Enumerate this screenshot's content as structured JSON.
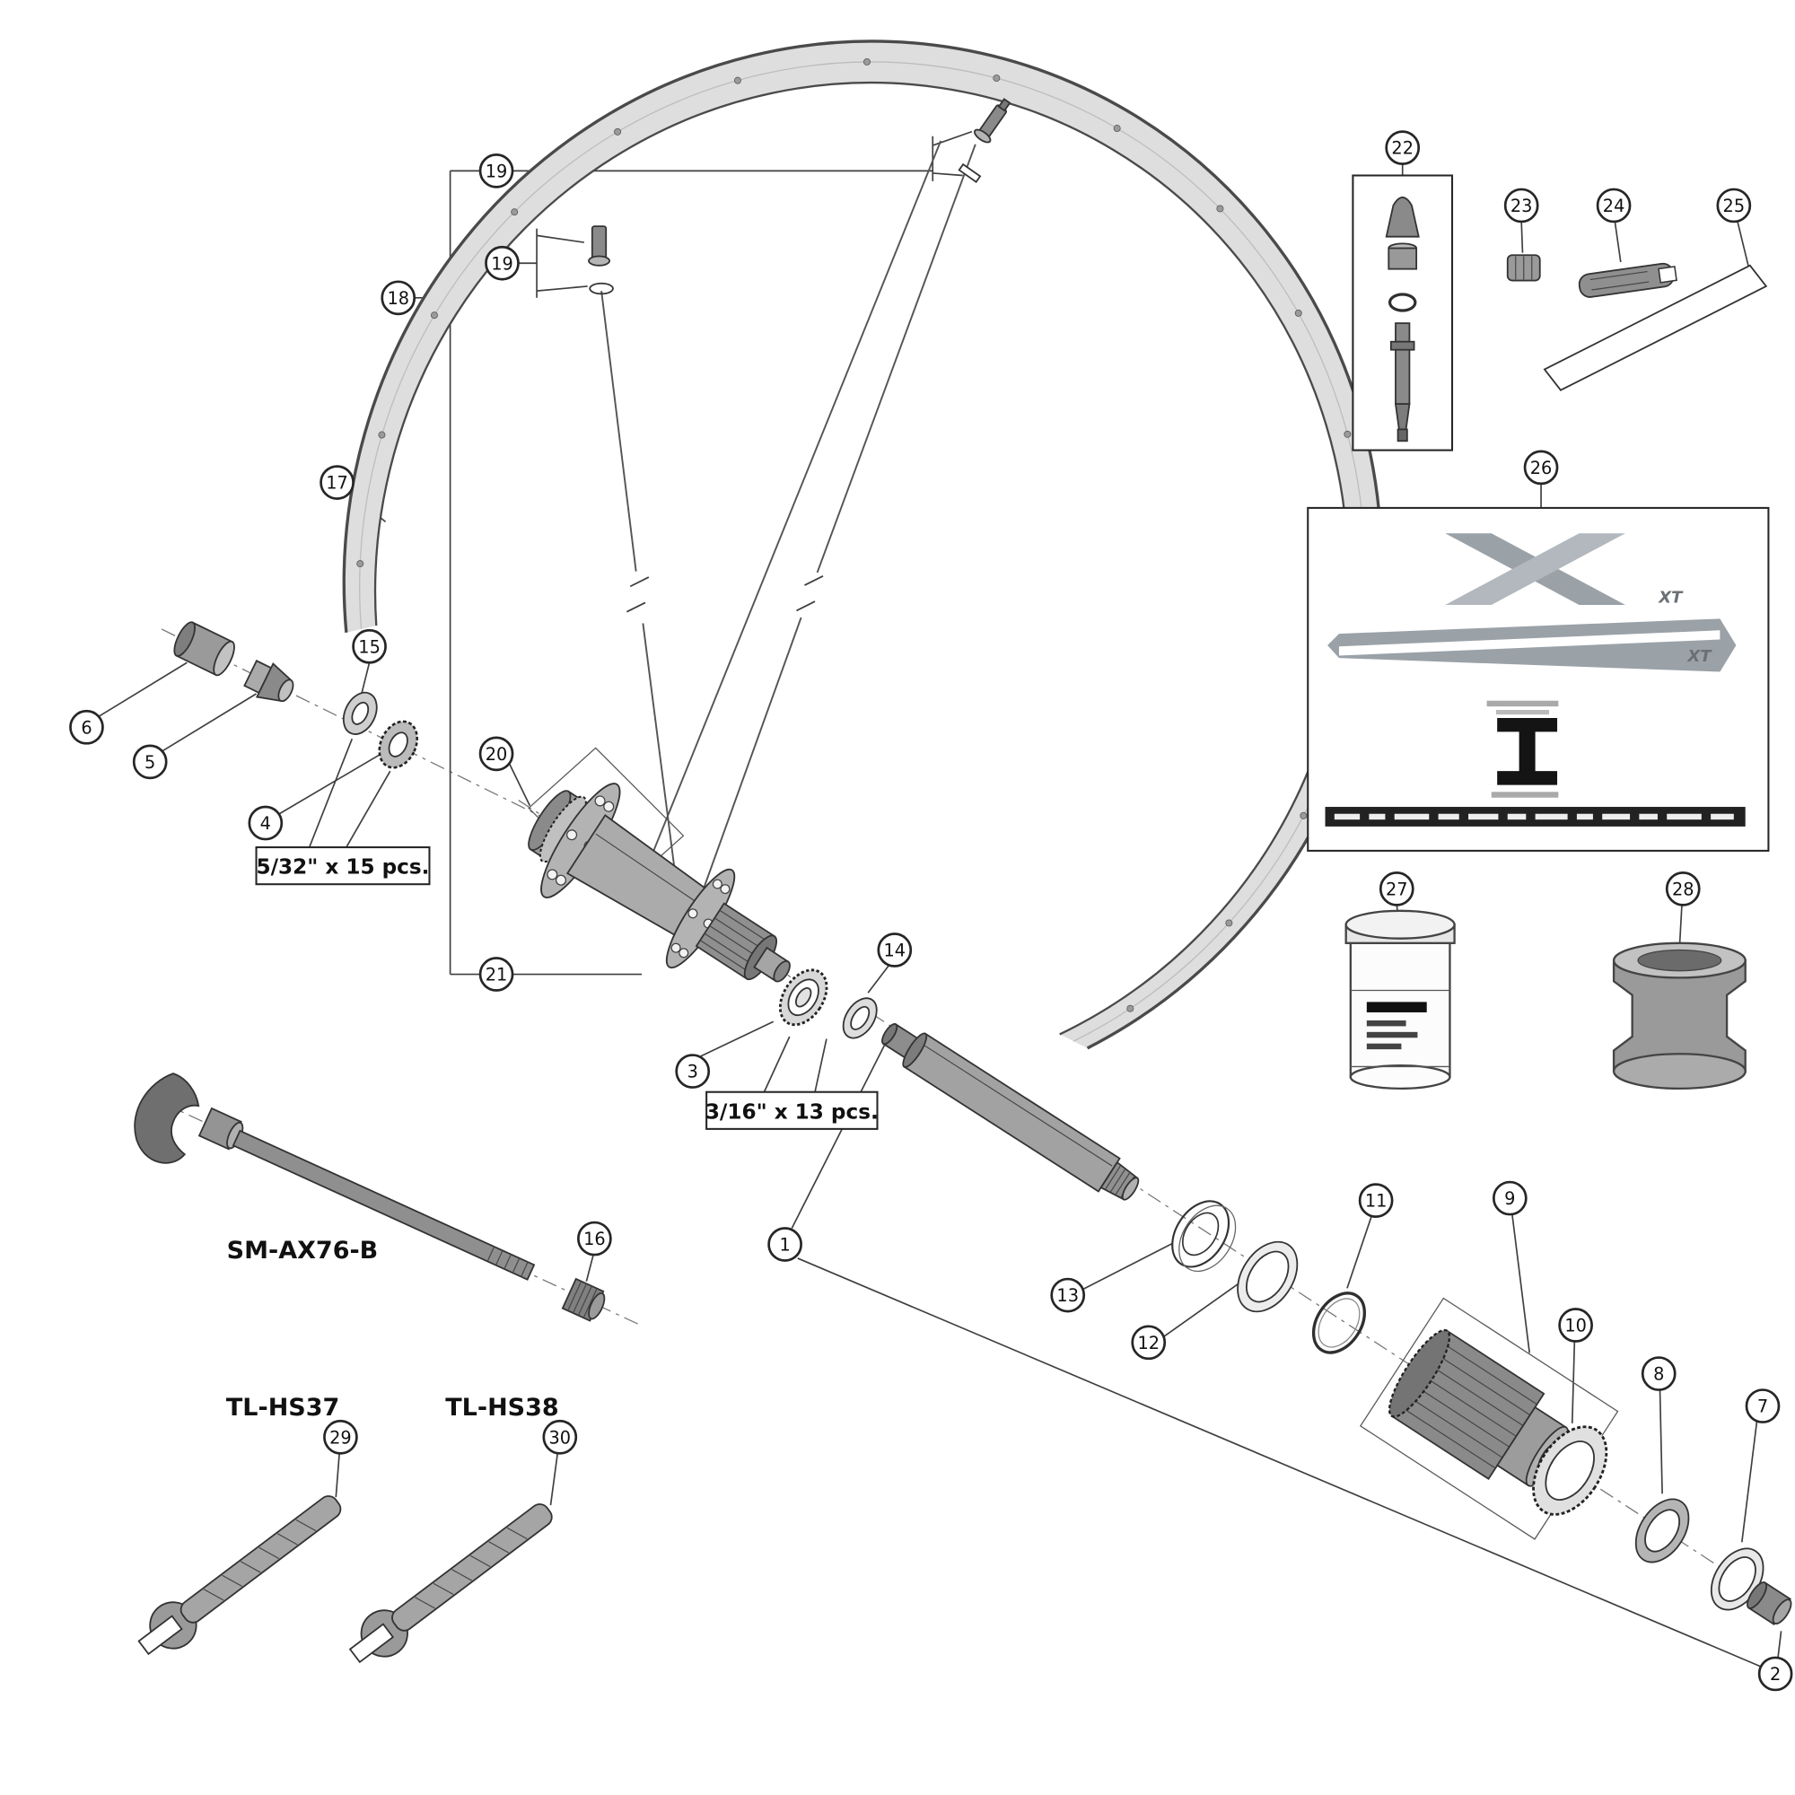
{
  "diagram": {
    "callouts": {
      "n1": "1",
      "n2": "2",
      "n3": "3",
      "n4": "4",
      "n5": "5",
      "n6": "6",
      "n7": "7",
      "n8": "8",
      "n9": "9",
      "n10": "10",
      "n11": "11",
      "n12": "12",
      "n13": "13",
      "n14": "14",
      "n15": "15",
      "n16": "16",
      "n17": "17",
      "n18": "18",
      "n19a": "19",
      "n19b": "19",
      "n20": "20",
      "n21": "21",
      "n22": "22",
      "n23": "23",
      "n24": "24",
      "n25": "25",
      "n26": "26",
      "n27": "27",
      "n28": "28",
      "n29": "29",
      "n30": "30"
    },
    "labels": {
      "skewer_model": "SM-AX76-B",
      "tool_left": "TL-HS37",
      "tool_right": "TL-HS38",
      "balls_small": "5/32\" x 15 pcs.",
      "balls_large": "3/16\" x 13 pcs.",
      "decal_mark": "XT"
    }
  }
}
